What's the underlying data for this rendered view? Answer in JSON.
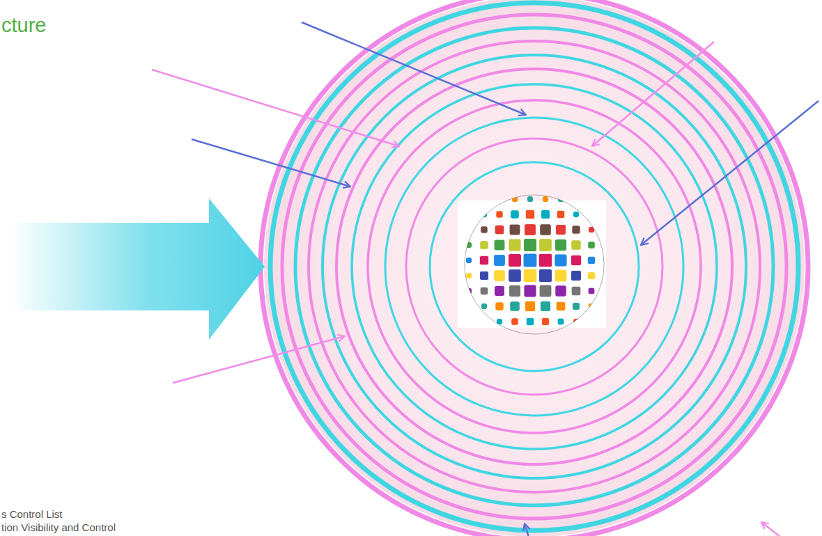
{
  "diagram": {
    "title": "cture",
    "labels": [
      "s Control List",
      "tion Visibility and Control"
    ]
  }
}
